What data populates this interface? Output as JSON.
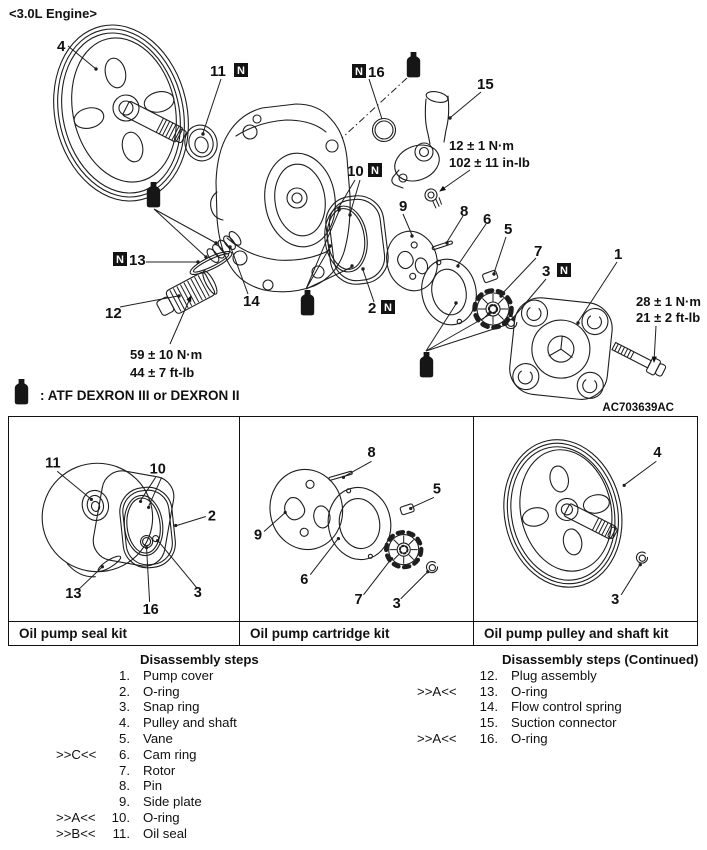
{
  "page": {
    "engine_label": "<3.0L Engine>",
    "figure_code": "AC703639AC"
  },
  "legend": {
    "n_symbol": "N",
    "atf_note": ": ATF DEXRON III or DEXRON II"
  },
  "torque_specs": {
    "suction_bolt": {
      "line1": "12 ± 1 N·m",
      "line2": "102 ± 11 in-lb"
    },
    "cover_bolt": {
      "line1": "28 ± 1 N·m",
      "line2": "21 ± 2 ft-lb"
    },
    "plug": {
      "line1": "59 ± 10 N·m",
      "line2": "44 ± 7 ft-lb"
    }
  },
  "main_callouts": {
    "pump_cover": "1",
    "oring2": "2",
    "snap_ring": "3",
    "pulley": "4",
    "vane": "5",
    "cam_ring": "6",
    "rotor": "7",
    "pin": "8",
    "side_plate": "9",
    "oring10": "10",
    "oil_seal": "11",
    "plug": "12",
    "oring13": "13",
    "spring": "14",
    "suction": "15",
    "oring16": "16"
  },
  "kits": [
    {
      "title": "Oil pump seal kit",
      "callouts": {
        "c11": "11",
        "c10": "10",
        "c2": "2",
        "c13": "13",
        "c3": "3",
        "c16": "16"
      }
    },
    {
      "title": "Oil pump cartridge kit",
      "callouts": {
        "c8": "8",
        "c9": "9",
        "c5": "5",
        "c6": "6",
        "c7": "7",
        "c3": "3"
      }
    },
    {
      "title": "Oil pump pulley and shaft kit",
      "callouts": {
        "c4": "4",
        "c3": "3"
      }
    }
  ],
  "disassembly": {
    "left": {
      "title": "Disassembly steps",
      "items": [
        {
          "marker": "",
          "num": "1.",
          "label": "Pump cover"
        },
        {
          "marker": "",
          "num": "2.",
          "label": "O-ring"
        },
        {
          "marker": "",
          "num": "3.",
          "label": "Snap ring"
        },
        {
          "marker": "",
          "num": "4.",
          "label": "Pulley and shaft"
        },
        {
          "marker": "",
          "num": "5.",
          "label": "Vane"
        },
        {
          "marker": ">>C<<",
          "num": "6.",
          "label": "Cam ring"
        },
        {
          "marker": "",
          "num": "7.",
          "label": "Rotor"
        },
        {
          "marker": "",
          "num": "8.",
          "label": "Pin"
        },
        {
          "marker": "",
          "num": "9.",
          "label": "Side plate"
        },
        {
          "marker": ">>A<<",
          "num": "10.",
          "label": "O-ring"
        },
        {
          "marker": ">>B<<",
          "num": "11.",
          "label": "Oil seal"
        }
      ]
    },
    "right": {
      "title": "Disassembly steps (Continued)",
      "items": [
        {
          "marker": "",
          "num": "12.",
          "label": "Plug assembly"
        },
        {
          "marker": ">>A<<",
          "num": "13.",
          "label": "O-ring"
        },
        {
          "marker": "",
          "num": "14.",
          "label": "Flow control spring"
        },
        {
          "marker": "",
          "num": "15.",
          "label": "Suction connector"
        },
        {
          "marker": ">>A<<",
          "num": "16.",
          "label": "O-ring"
        }
      ]
    }
  }
}
